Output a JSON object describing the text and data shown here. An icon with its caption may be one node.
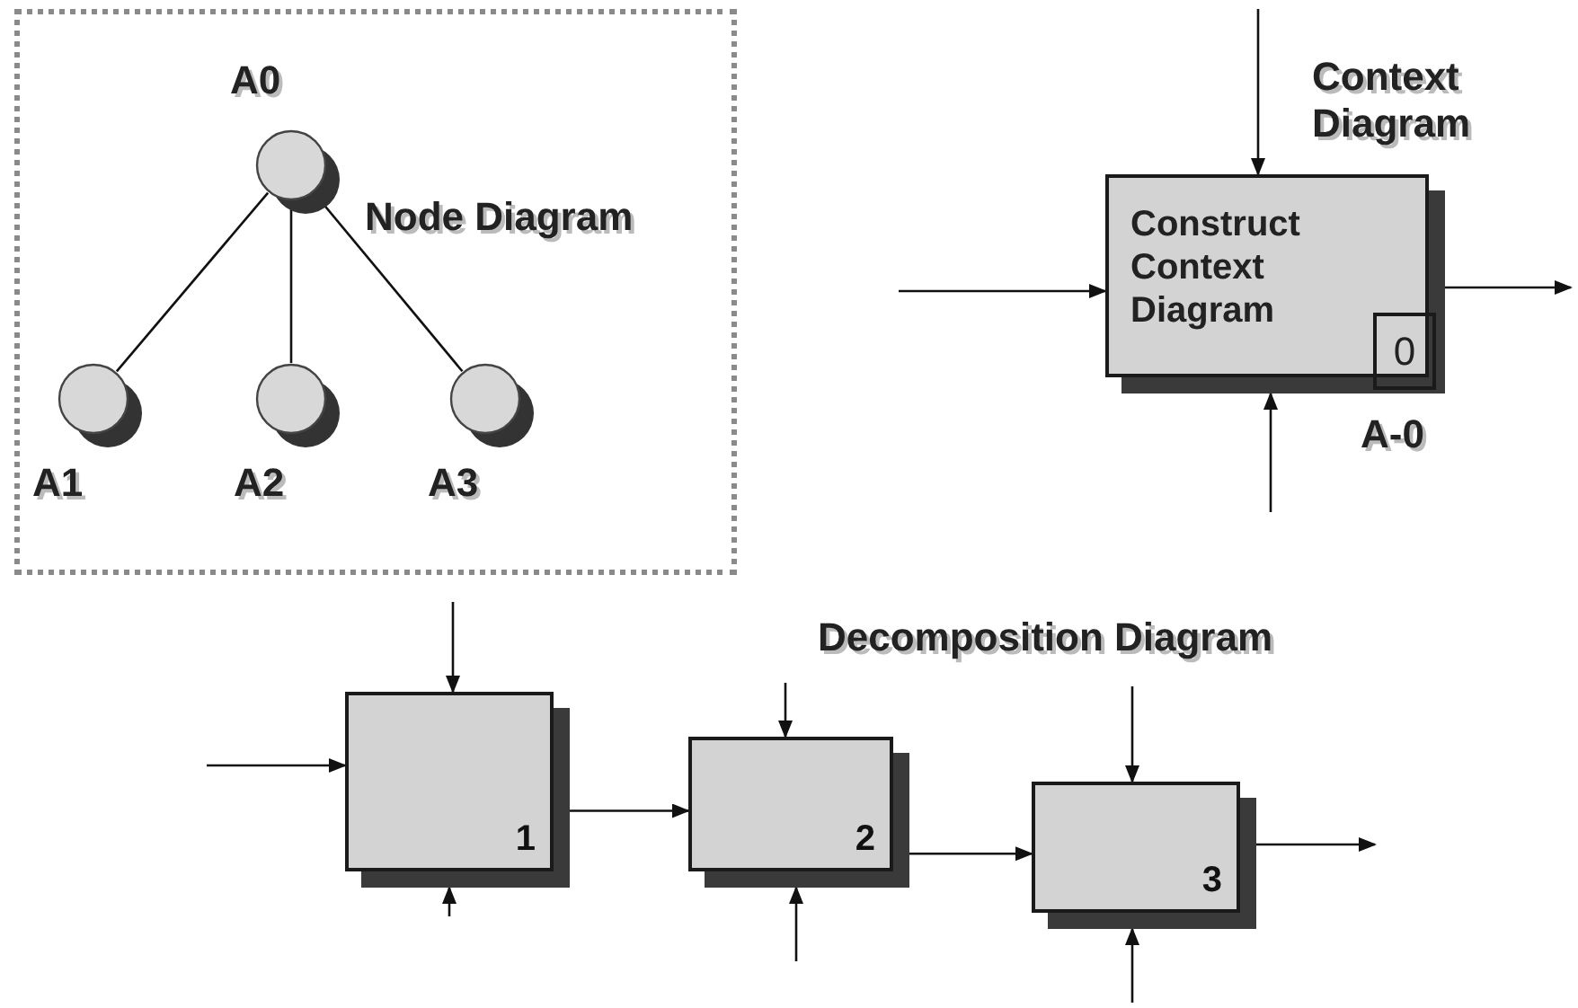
{
  "diagram": {
    "nodes": [
      {
        "text": [
          "Node Diagram"
        ]
      },
      {
        "text": [],
        "shape": "circle",
        "in": 0,
        "beside": [
          "A0"
        ]
      },
      {
        "text": [],
        "shape": "circle",
        "in": 0,
        "beside": [
          "A1"
        ]
      },
      {
        "text": [],
        "shape": "circle",
        "in": 0,
        "beside": [
          "A2"
        ]
      },
      {
        "text": [],
        "shape": "circle",
        "in": 0,
        "beside": [
          "A3"
        ]
      },
      {
        "text": [
          "Construct Context Diagram"
        ],
        "beside": [
          "A-0"
        ]
      },
      {
        "text": [
          "0"
        ],
        "in": 5
      },
      {
        "text": [
          "1"
        ]
      },
      {
        "text": [
          "2"
        ]
      },
      {
        "text": [
          "3"
        ]
      }
    ],
    "edges": [
      {
        "from": 1,
        "to": 2,
        "arrow": "none"
      },
      {
        "from": 1,
        "to": 3,
        "arrow": "none"
      },
      {
        "from": 1,
        "to": 4,
        "arrow": "none"
      },
      {
        "from": null,
        "to": 5,
        "arrow": "to"
      },
      {
        "from": null,
        "to": 5,
        "arrow": "to"
      },
      {
        "from": null,
        "to": 5,
        "arrow": "to"
      },
      {
        "from": 5,
        "to": null,
        "arrow": "to"
      },
      {
        "from": null,
        "to": 7,
        "arrow": "to"
      },
      {
        "from": null,
        "to": 7,
        "arrow": "to"
      },
      {
        "from": null,
        "to": 7,
        "arrow": "to"
      },
      {
        "from": 7,
        "to": 8,
        "arrow": "to"
      },
      {
        "from": null,
        "to": 8,
        "arrow": "to"
      },
      {
        "from": null,
        "to": 8,
        "arrow": "to"
      },
      {
        "from": 8,
        "to": 9,
        "arrow": "to"
      },
      {
        "from": null,
        "to": 9,
        "arrow": "to"
      },
      {
        "from": null,
        "to": 9,
        "arrow": "to"
      },
      {
        "from": 9,
        "to": null,
        "arrow": "to"
      }
    ],
    "labels": [
      "Context Diagram",
      "Decomposition Diagram"
    ]
  }
}
